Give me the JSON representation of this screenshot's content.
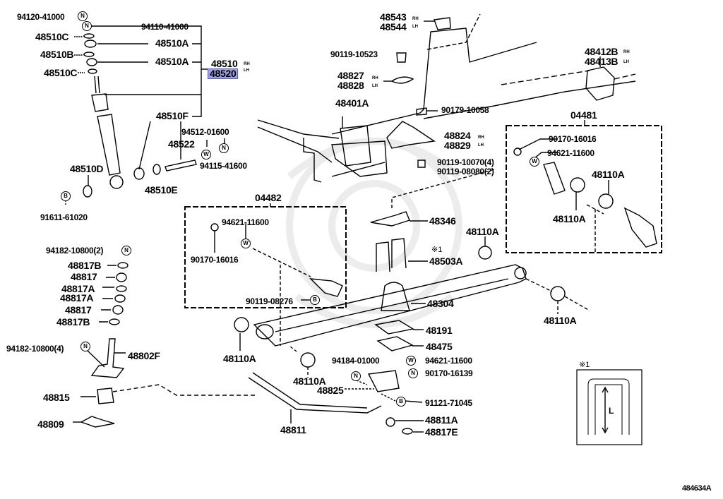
{
  "diagram": {
    "id": "484634A",
    "highlight_color": "#9fa0e0",
    "highlighted_part": "48520",
    "suffix_rh": "RH",
    "suffix_lh": "LH",
    "footnote_mark": "※1",
    "inset_dimension_label": "L",
    "watermark": "faint emblem watermark in background"
  },
  "symbols": {
    "N": "N",
    "W": "W",
    "B": "B"
  },
  "labels": {
    "p94120_41000": "94120-41000",
    "p94110_41000": "94110-41000",
    "p48510C_1": "48510C",
    "p48510A_1": "48510A",
    "p48510B": "48510B",
    "p48510A_2": "48510A",
    "p48510C_2": "48510C",
    "p48510": "48510",
    "p48520": "48520",
    "p48510F": "48510F",
    "p94512_01600": "94512-01600",
    "p48522": "48522",
    "p94115_41600": "94115-41600",
    "p48510D": "48510D",
    "p48510E": "48510E",
    "p91611_61020": "91611-61020",
    "p48543": "48543",
    "p48544": "48544",
    "p90119_10523": "90119-10523",
    "p48827": "48827",
    "p48828": "48828",
    "p48401A": "48401A",
    "p90179_10058": "90179-10058",
    "p48412B": "48412B",
    "p48413B": "48413B",
    "p04481": "04481",
    "p48824": "48824",
    "p48829": "48829",
    "p90119_10070": "90119-10070(4)",
    "p90119_08080": "90119-08080(2)",
    "k1_90170_16016": "90170-16016",
    "k1_94621_11600": "94621-11600",
    "k1_48110A_a": "48110A",
    "k1_48110A_b": "48110A",
    "p04482": "04482",
    "k2_94621_11600": "94621-11600",
    "k2_90170_16016": "90170-16016",
    "k2_90119_08276": "90119-08276",
    "p48346": "48346",
    "p48110A_mid": "48110A",
    "p48503A": "48503A",
    "p48304": "48304",
    "p48110A_right": "48110A",
    "p94182_10800_2": "94182-10800(2)",
    "p48817B_1": "48817B",
    "p48817_1": "48817",
    "p48817A_1": "48817A",
    "p48817A_2": "48817A",
    "p48817_2": "48817",
    "p48817B_2": "48817B",
    "p94182_10800_4": "94182-10800(4)",
    "p48802F": "48802F",
    "p48815": "48815",
    "p48809": "48809",
    "p48110A_left": "48110A",
    "p48110A_low": "48110A",
    "p48191": "48191",
    "p48475": "48475",
    "p94184_01000": "94184-01000",
    "p94621_11600": "94621-11600",
    "p90170_16139": "90170-16139",
    "p48825": "48825",
    "p91121_71045": "91121-71045",
    "p48811": "48811",
    "p48811A": "48811A",
    "p48817E": "48817E"
  }
}
